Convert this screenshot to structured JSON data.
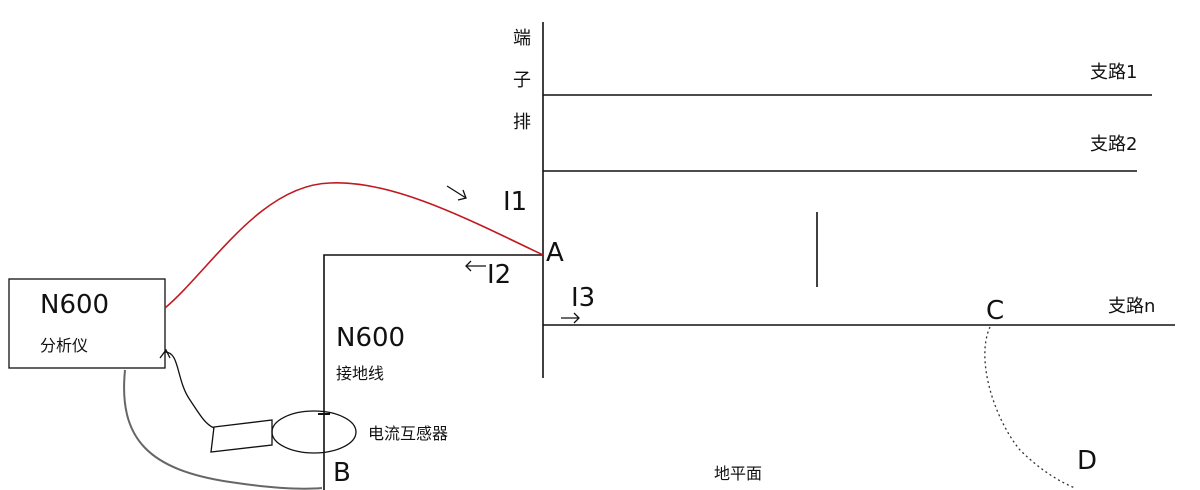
{
  "terminal_block": [
    "端",
    "子",
    "排"
  ],
  "branches": {
    "branch1": "支路1",
    "branch2": "支路2",
    "branchn": "支路n"
  },
  "analyzer": {
    "model": "N600",
    "name": "分析仪"
  },
  "ground_wire": {
    "model": "N600",
    "name": "接地线"
  },
  "ct_label": "电流互感器",
  "ground_plane": "地平面",
  "currents": {
    "i1": "I1",
    "i2": "I2",
    "i3": "I3"
  },
  "points": {
    "a": "A",
    "b": "B",
    "c": "C",
    "d": "D"
  },
  "colors": {
    "line": "#111111",
    "test_lead": "#c0191f",
    "gray_lead": "#666666"
  }
}
